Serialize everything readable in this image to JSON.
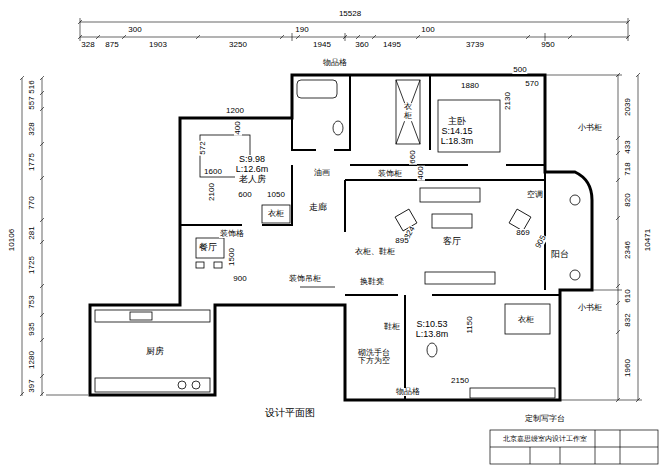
{
  "diagram": {
    "caption": "设计平面图",
    "nodes": [
      {
        "text": [
          "主卧",
          "S:14.15",
          "L:18.3m"
        ]
      },
      {
        "text": [
          "S:9.98",
          "L:12.6m",
          "老人房"
        ]
      },
      {
        "text": [
          "餐厅"
        ]
      },
      {
        "text": [
          "走廊"
        ]
      },
      {
        "text": [
          "客厅"
        ]
      },
      {
        "text": [
          "阳台"
        ]
      },
      {
        "text": [
          "厨房"
        ]
      },
      {
        "text": [
          "S:10.53",
          "L:13.8m"
        ]
      }
    ],
    "labels": [
      "15528",
      "300",
      "190",
      "100",
      "328",
      "875",
      "1903",
      "3250",
      "1945",
      "360",
      "1495",
      "3739",
      "950",
      "10106",
      "516",
      "557",
      "328",
      "1775",
      "770",
      "281",
      "1725",
      "753",
      "935",
      "1280",
      "397",
      "2039",
      "433",
      "718",
      "820",
      "2346",
      "610",
      "832",
      "1960",
      "10471",
      "物品格",
      "500",
      "570",
      "1880",
      "2130",
      "衣柜",
      "小书柜",
      "1200",
      "400",
      "572",
      "1600",
      "2100",
      "600",
      "1050",
      "衣柜",
      "油画",
      "装饰柜",
      "660",
      "400",
      "空调",
      "824",
      "895",
      "869",
      "905",
      "衣柜、鞋柜",
      "装饰格",
      "1500",
      "900",
      "装饰吊柜",
      "换鞋凳",
      "小书柜",
      "1150",
      "衣柜",
      "鞋柜",
      "砌洗手台 下方为空",
      "物品格",
      "2150",
      "定制写字台",
      "北京嘉思缦室内设计工作室"
    ]
  }
}
